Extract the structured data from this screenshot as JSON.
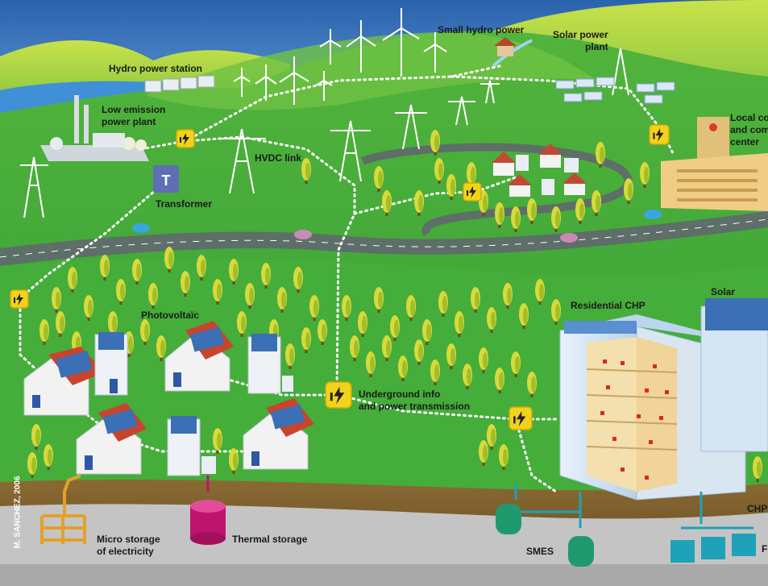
{
  "labels": {
    "small_hydro": "Small hydro power",
    "solar_plant": [
      "Solar power",
      "plant"
    ],
    "hydro_station": "Hydro power station",
    "low_emission": [
      "Low emission",
      "power plant"
    ],
    "local_control": [
      "Local co",
      "and com",
      "center"
    ],
    "hvdc": "HVDC link",
    "transformer": "Transformer",
    "transformer_glyph": "T",
    "photovoltaic": "Photovoltaïc",
    "residential_chp": "Residential CHP",
    "solar": "Solar",
    "underground": [
      "Underground info",
      "and power transmission"
    ],
    "micro_storage": [
      "Micro storage",
      "of electricity"
    ],
    "thermal_storage": "Thermal storage",
    "smes": "SMES",
    "chp": "CHP",
    "right_cut": "F"
  },
  "credit": "M. SANCHEZ, 2006",
  "colors": {
    "sky": "#2f6fb8",
    "grass": "#3fa53a",
    "grass_light": "#7cc845",
    "road": "#5b6f67",
    "soil": "#7a5a2a",
    "bedrock": "#bdbdbd",
    "info_badge": "#f2d21a",
    "storage_green": "#1f9a6e",
    "storage_magenta": "#c0136f",
    "micro_storage": "#e3a02b",
    "battery_cyan": "#1fa2b8"
  },
  "icons": [
    "info-power-badge",
    "wind-turbine",
    "pylon",
    "house",
    "solar-panel",
    "tree",
    "car",
    "storage-tank"
  ]
}
